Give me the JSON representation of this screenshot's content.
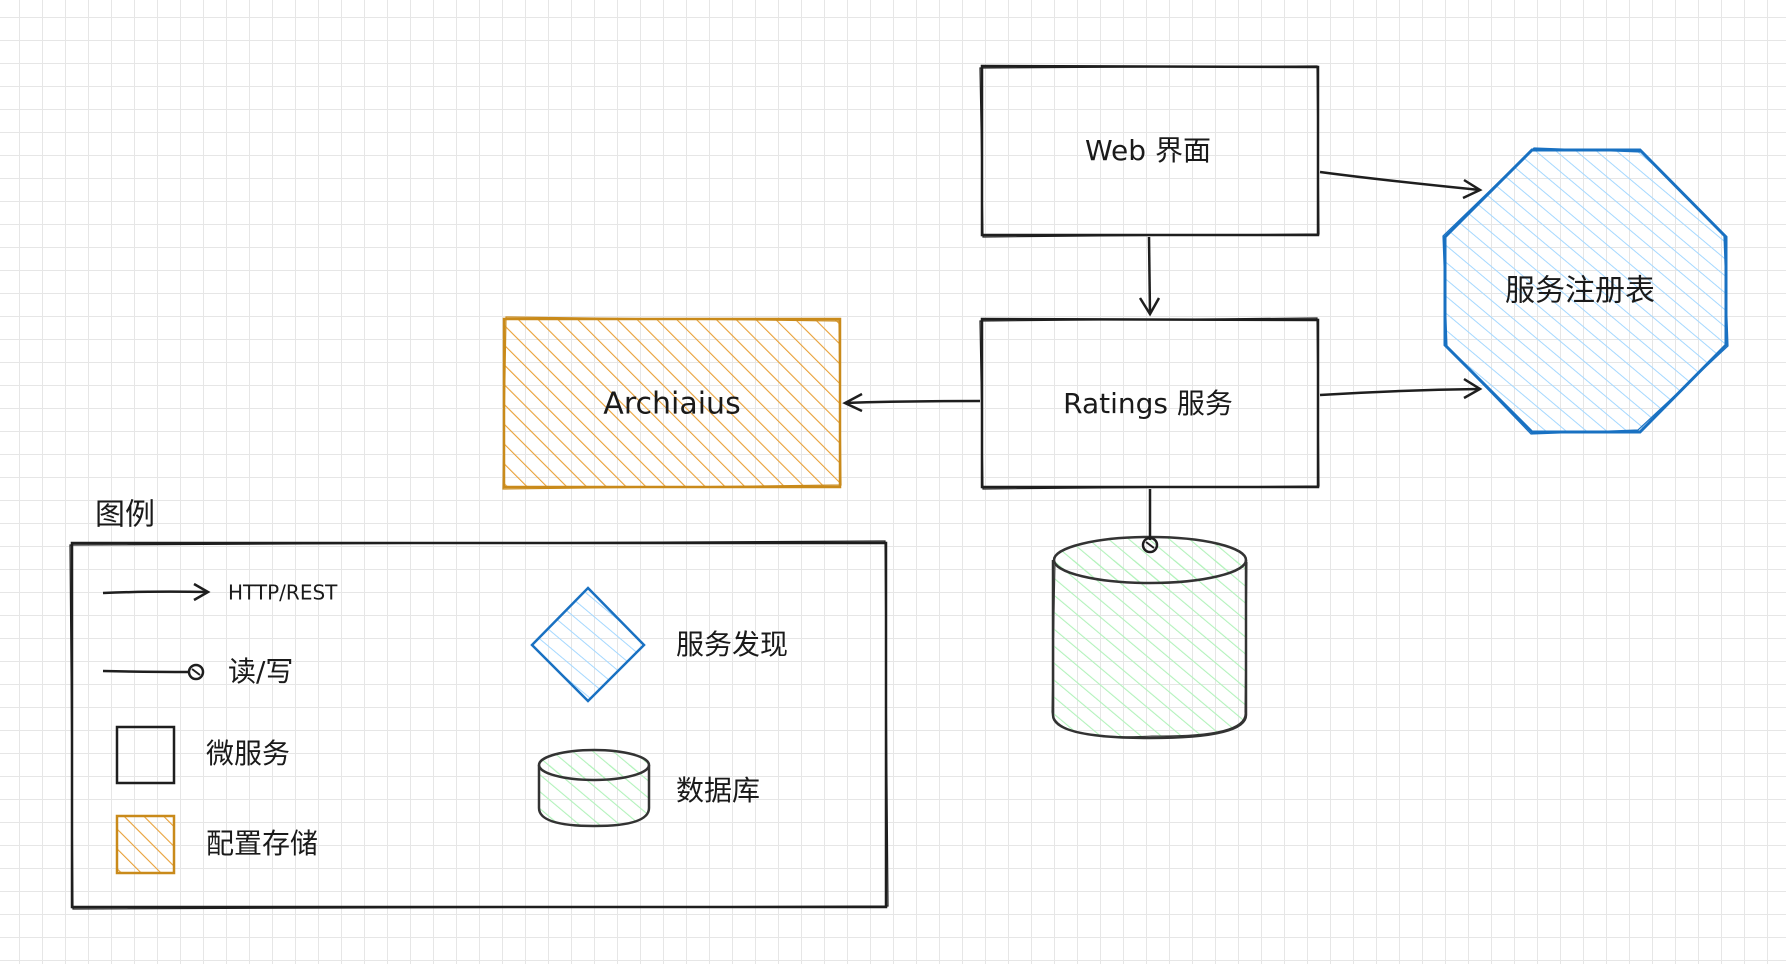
{
  "diagram": {
    "nodes": {
      "web_ui": "Web 界面",
      "ratings_service": "Ratings 服务",
      "archaius": "Archiaius",
      "service_registry": "服务注册表"
    },
    "legend": {
      "title": "图例",
      "http_rest": "HTTP/REST",
      "read_write": "读/写",
      "microservice": "微服务",
      "config_store": "配置存储",
      "service_discovery": "服务发现",
      "database": "数据库"
    },
    "colors": {
      "stroke": "#1e1e1e",
      "config_store": "#e8a037",
      "config_store_stroke": "#c98a1a",
      "discovery_fill": "#a5d8ff",
      "discovery_stroke": "#1971c2",
      "database_fill": "#b2f2bb",
      "database_stroke": "#333333"
    }
  }
}
